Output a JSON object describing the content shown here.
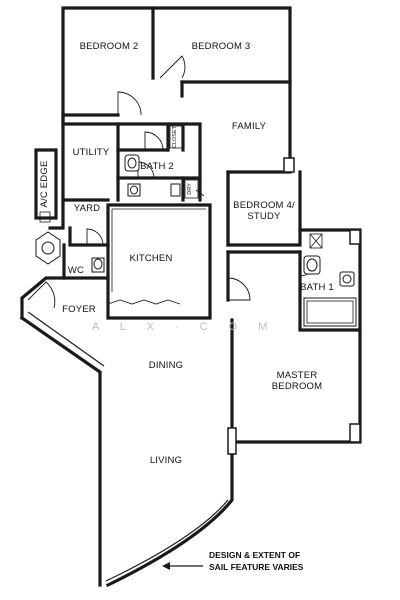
{
  "rooms": {
    "bedroom2": "BEDROOM 2",
    "bedroom3": "BEDROOM 3",
    "family": "FAMILY",
    "utility": "UTILITY",
    "bath2": "BATH 2",
    "closet": "CLOSET",
    "dry": "DRY",
    "ac_edge": "A/C EDGE",
    "yard": "YARD",
    "bedroom4_line1": "BEDROOM 4/",
    "bedroom4_line2": "STUDY",
    "wc": "WC",
    "kitchen": "KITCHEN",
    "bath1": "BATH 1",
    "foyer": "FOYER",
    "dining": "DINING",
    "master_line1": "MASTER",
    "master_line2": "BEDROOM",
    "living": "LIVING"
  },
  "note": {
    "line1": "DESIGN & EXTENT OF",
    "line2": "SAIL FEATURE VARIES"
  },
  "watermark": "A L X · C O M"
}
